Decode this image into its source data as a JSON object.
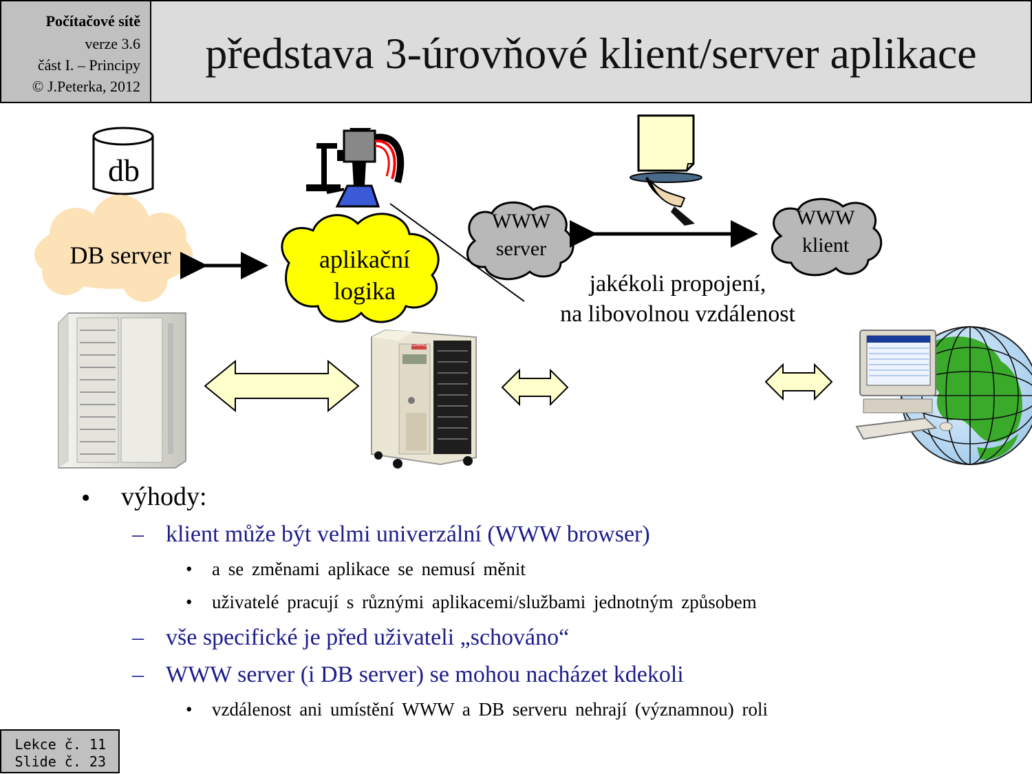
{
  "header": {
    "course": "Počítačové sítě",
    "version": "verze 3.6",
    "part": "část I.  –  Principy",
    "copyright": "© J.Peterka, 2012",
    "title": "představa 3-úrovňové klient/server aplikace"
  },
  "diagram": {
    "db_label": "db",
    "db_server": "DB server",
    "app_logic_line1": "aplikační",
    "app_logic_line2": "logika",
    "www_server_line1": "WWW",
    "www_server_line2": "server",
    "www_client_line1": "WWW",
    "www_client_line2": "klient",
    "connection_line1": "jakékoli propojení,",
    "connection_line2": "na libovolnou vzdálenost",
    "server_brand": "COMPAQ"
  },
  "bullets": {
    "main": "výhody:",
    "sub1": "klient může být velmi univerzální (WWW browser)",
    "sub1_a": "a se změnami aplikace se nemusí měnit",
    "sub1_b": "uživatelé pracují s různými aplikacemi/službami jednotným způsobem",
    "sub2": "vše specifické je před uživateli „schováno“",
    "sub3": "WWW server (i DB server) se mohou nacházet kdekoli",
    "sub3_a": "vzdálenost ani umístění WWW a DB serveru nehrají (významnou) roli"
  },
  "footer": {
    "lecture": "Lekce č. 11",
    "slide": "Slide č. 23"
  },
  "colors": {
    "link_blue": "#1c1c8c",
    "cloud_peach": "#fde2b8",
    "cloud_yellow": "#ffff00",
    "cloud_gray": "#b8b8b8",
    "arrow_fill": "#ffffcc",
    "globe_green": "#3aaa2a"
  }
}
